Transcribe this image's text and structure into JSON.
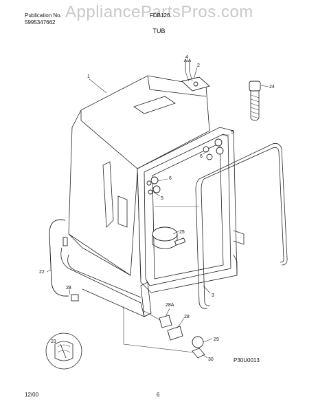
{
  "watermark": "AppliancePartsPros.com",
  "header": {
    "publication_label": "Publication No.",
    "publication_number": "5995347662",
    "model": "FDB126",
    "section_title": "TUB"
  },
  "footer": {
    "date": "12/00",
    "page_number": "6",
    "reference_code": "P30U0013"
  },
  "callouts": {
    "c1": "1",
    "c2": "2",
    "c3": "3",
    "c4": "4",
    "c5a": "5",
    "c5b": "5",
    "c6a": "6",
    "c6b": "6",
    "c22": "22",
    "c23": "23",
    "c24": "24",
    "c25": "25",
    "c28": "28",
    "c28a": "28A",
    "c29": "29",
    "c30": "30"
  }
}
